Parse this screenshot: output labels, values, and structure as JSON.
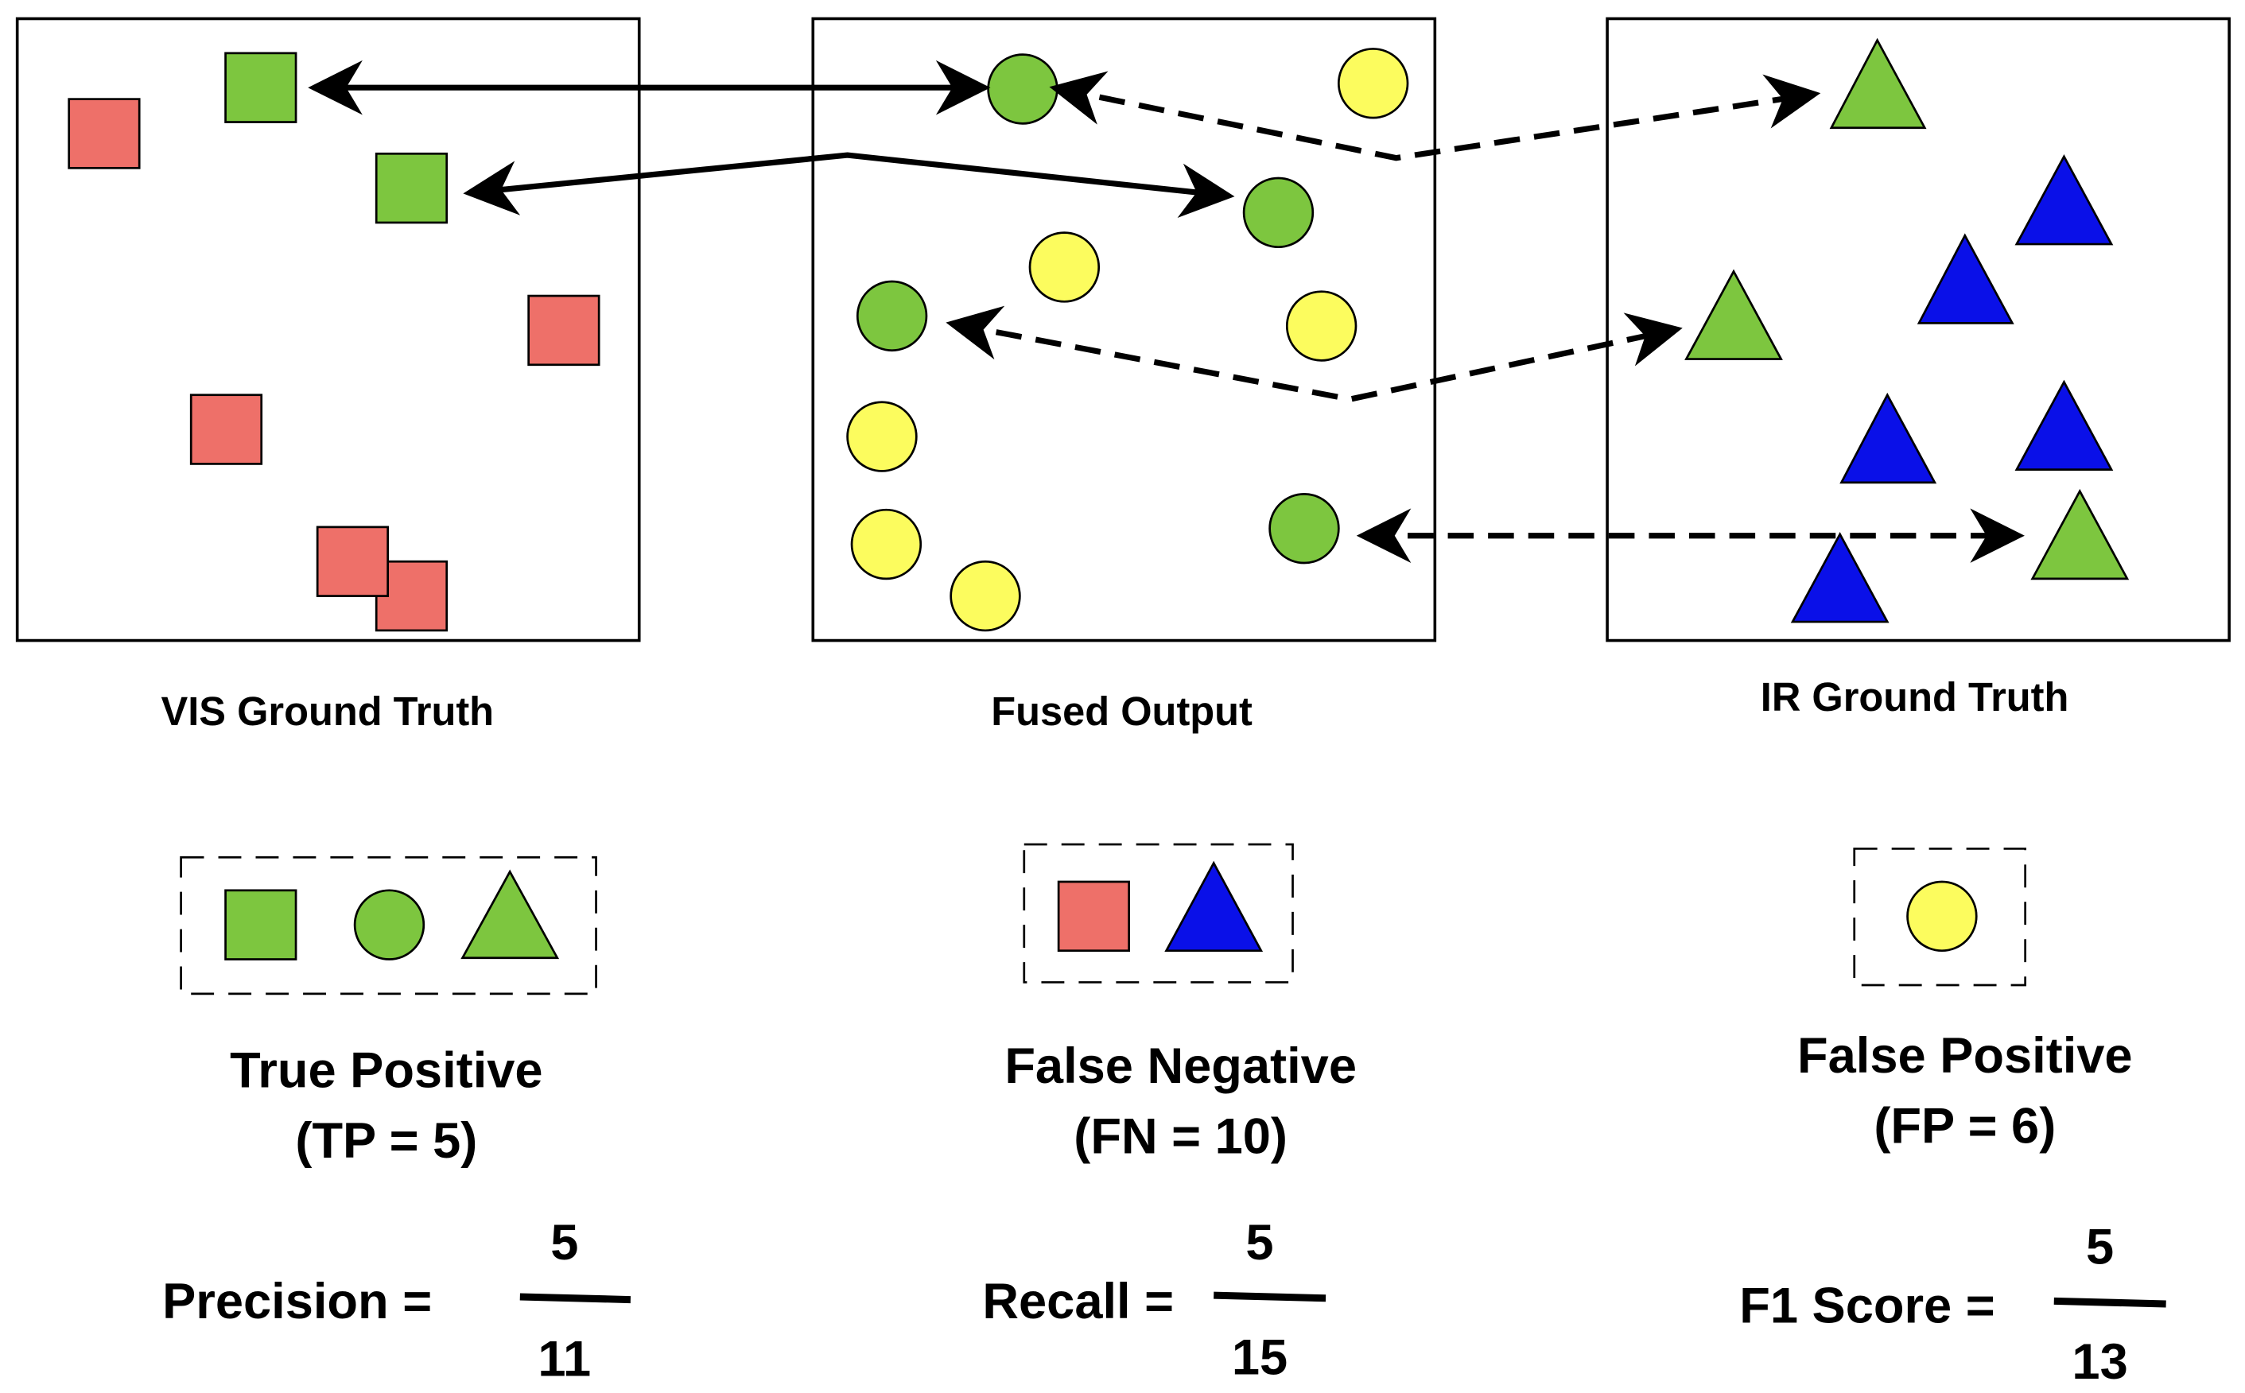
{
  "panels": {
    "vis": {
      "label": "VIS Ground Truth"
    },
    "fused": {
      "label": "Fused Output"
    },
    "ir": {
      "label": "IR Ground Truth"
    }
  },
  "legend": {
    "tp": {
      "title": "True Positive",
      "count": "(TP = 5)"
    },
    "fn": {
      "title": "False Negative",
      "count": "(FN = 10)"
    },
    "fp": {
      "title": "False Positive",
      "count": "(FP = 6)"
    }
  },
  "metrics": {
    "precision": {
      "label": "Precision =",
      "numerator": "5",
      "denominator": "11"
    },
    "recall": {
      "label": "Recall =",
      "numerator": "5",
      "denominator": "15"
    },
    "f1": {
      "label": "F1 Score =",
      "numerator": "5",
      "denominator": "13"
    }
  },
  "colors": {
    "green": "#7dc63f",
    "red": "#ee7069",
    "yellow": "#fcfc5e",
    "blue": "#0a10e8",
    "stroke": "#000000"
  }
}
